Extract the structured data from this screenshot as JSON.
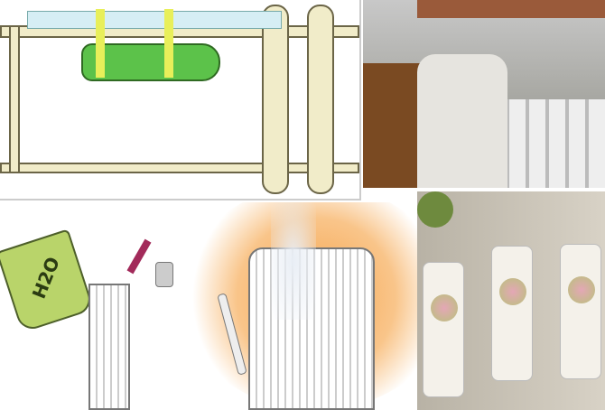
{
  "illustration_top_left": {
    "description_icon": "bottle-on-radiator-icon"
  },
  "photo_top_right": {
    "icon": "towel-on-radiator-photo"
  },
  "illustration_bottom_left": {
    "jug_label": "H2O"
  },
  "photo_bottom_right": {
    "icon": "ceramic-humidifiers-photo"
  },
  "colors": {
    "accent_orange": "#f7a34a",
    "jug_green": "#b9d46a",
    "bottle_green": "#5cc24a"
  }
}
